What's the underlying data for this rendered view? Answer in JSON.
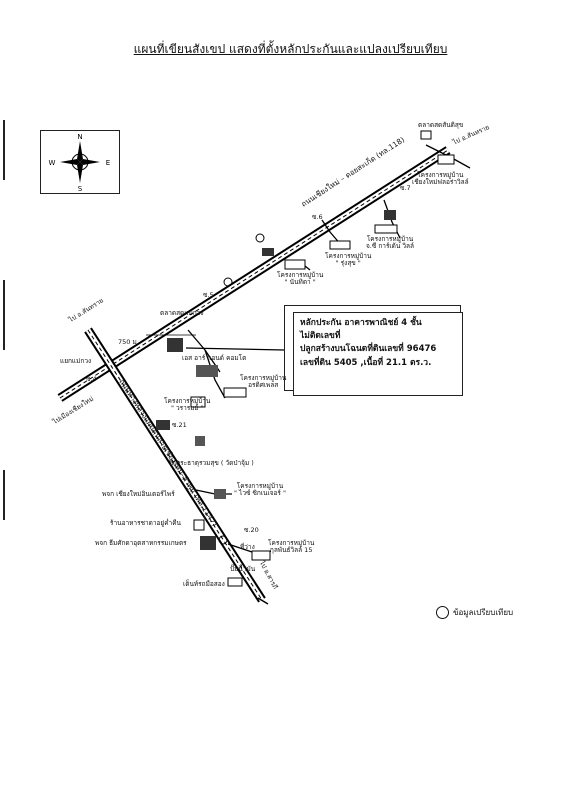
{
  "title": "แผนที่เขียนสังเขป แสดงที่ตั้งหลักประกันและแปลงเปรียบเทียบ",
  "compass": {
    "n": "N",
    "s": "S",
    "e": "E",
    "w": "W"
  },
  "info_box": {
    "line1": "หลักประกัน อาคารพาณิชย์ 4 ชั้น",
    "line2": "ไม่ติดเลขที่",
    "line3": "ปลูกสร้างบนโฉนดที่ดินเลขที่ 96476",
    "line4": "เลขที่ดิน 5405 ,เนื้อที่ 21.1 ตร.ว."
  },
  "labels": {
    "market_top": "ตลาดสดสันติสุข",
    "road_top_right": "ไป อ.สันทราย",
    "road_ne": "ถนนเชียงใหม่ – ดอยสะเก็ด (ทล.118)",
    "soi7": "ซ.7",
    "proj_chiangmai_fo": "โครงการหมู่บ้าน\nเชียงใหม่ฟลอร่าวิลล์",
    "soi6": "ซ.6",
    "proj_chitpanya": "โครงการหมู่บ้าน\nจ.ซี การ์เด้น วิลล์",
    "proj_ruamsuk": "โครงการหมู่บ้าน\n\" รุ่งสุข \"",
    "proj_nanthida": "โครงการหมู่บ้าน\n\" นันทิดา \"",
    "soi5": "ซ.5",
    "market_mae_kuang": "ตลาดสดแม่กวง",
    "dist_750": "750 ม.",
    "road_left": "ไป อ.สันทราย",
    "intersection": "แยกแม่กวง",
    "soi4": "ซ.4",
    "road_left_bottom": "ไปเมืองเชียงใหม่",
    "shop_ak": "เอส อาร์ แอนด์ คอมโต",
    "proj_aradom": "โครงการหมู่บ้าน\nอรดิศเพลส",
    "proj_wararom": "โครงการหมู่บ้าน\n\" วรารมย์ \"",
    "road_sw": "ถนนทางหลวงแผ่นดินสายเชียงใหม่–ลำพูน (ทล.1147)",
    "soi21": "ซ.21",
    "wat": "วัดพระธาตุรวมสุข ( วัดป่าจุ้ม )",
    "pharmacy": "พจก เชียงใหม่อินเตอร์ไพร์",
    "proj_five": "โครงการหมู่บ้าน\n\" ไวซ์ ซิกเนเจอร์ \"",
    "restaurant": "ร้านอาหารชาดาอยู่ค่ำคืน",
    "soi20": "ซ.20",
    "ho_sai": "พจก ธีมศักดาอุตสาหกรรมเกษตร",
    "proj_kulphan": "โครงการหมู่บ้าน\nกุลพันธ์วิลล์ 15",
    "thi_wang": "ที่ว่าง",
    "gas": "ปั๊มน้ำมัน",
    "road_bottom": "ไป อ.สารภี",
    "temple_bottom": "เต็นท์รถมือสอง"
  },
  "legend": {
    "text": "ข้อมูลเปรียบเทียบ"
  }
}
